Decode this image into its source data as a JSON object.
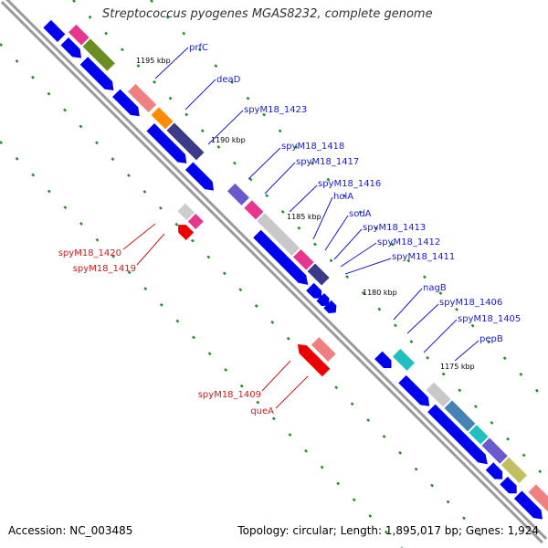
{
  "title": "Streptococcus pyogenes MGAS8232, complete genome",
  "accession": "Accession: NC_003485",
  "summary": "Topology: circular; Length: 1,895,017 bp; Genes: 1,924",
  "ticks": [
    "1195 kbp",
    "1190 kbp",
    "1185 kbp",
    "1180 kbp",
    "1175 kbp"
  ],
  "genes_forward": [
    "prfC",
    "deaD",
    "spyM18_1423",
    "spyM18_1418",
    "spyM18_1417",
    "spyM18_1416",
    "holA",
    "sodA",
    "spyM18_1413",
    "spyM18_1412",
    "spyM18_1411",
    "nagB",
    "spyM18_1406",
    "spyM18_1405",
    "pepB"
  ],
  "genes_reverse": [
    "spyM18_1420",
    "spyM18_1419",
    "spyM18_1409",
    "queA"
  ],
  "colors": {
    "cds_blue": "#0000ee",
    "reverse_red": "#ee0000",
    "label_blue": "#1a1acc",
    "label_red": "#cc1a1a",
    "backbone": "#999999",
    "dots": "#228b22"
  }
}
